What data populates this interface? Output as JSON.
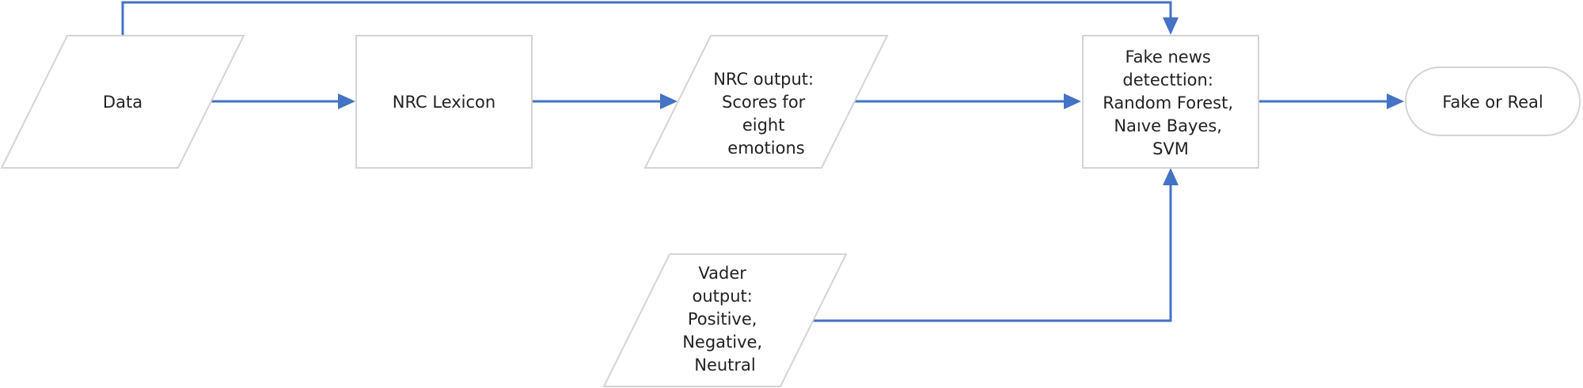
{
  "nodes": {
    "data": {
      "lines": [
        "Data"
      ]
    },
    "nrc_lexicon": {
      "lines": [
        "NRC Lexicon"
      ]
    },
    "nrc_output": {
      "lines": [
        "NRC output:",
        "Scores for",
        "eight",
        "emotions"
      ]
    },
    "fake_news_detection": {
      "lines": [
        "Fake news",
        "detecttion:",
        "Random Forest,",
        "Naıve Bayes,",
        "SVM"
      ]
    },
    "fake_or_real": {
      "lines": [
        "Fake or Real"
      ]
    },
    "vader_output": {
      "lines": [
        "Vader",
        "output:",
        "Positive,",
        "Negative,",
        "Neutral"
      ]
    }
  },
  "colors": {
    "connector": "#4472c4",
    "shape_border": "#d4d4d4",
    "text": "#222222"
  }
}
